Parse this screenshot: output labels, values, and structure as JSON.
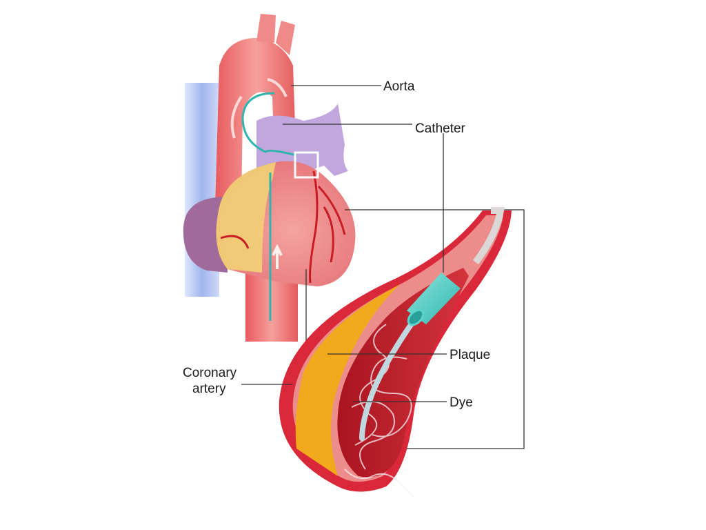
{
  "labels": {
    "aorta": "Aorta",
    "catheter": "Catheter",
    "plaque": "Plaque",
    "dye": "Dye",
    "coronary_line1": "Coronary",
    "coronary_line2": "artery"
  },
  "colors": {
    "artery_red": "#d8283a",
    "aorta_pink": "#ef6f72",
    "vein_blue": "#9eb4ee",
    "pulmonary_purple": "#b99ad8",
    "fat_yellow": "#f2d276",
    "plaque_orange": "#f3a91c",
    "catheter_teal": "#4fd0c6",
    "leader_line": "#333333"
  }
}
